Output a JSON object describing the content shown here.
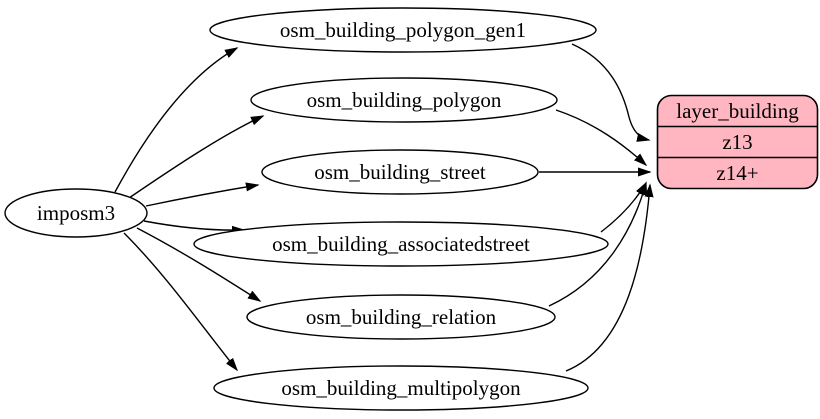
{
  "diagram": {
    "type": "graphviz-dependency-graph",
    "source_node": {
      "label": "imposm3"
    },
    "tables": [
      {
        "label": "osm_building_polygon_gen1"
      },
      {
        "label": "osm_building_polygon"
      },
      {
        "label": "osm_building_street"
      },
      {
        "label": "osm_building_associatedstreet"
      },
      {
        "label": "osm_building_relation"
      },
      {
        "label": "osm_building_multipolygon"
      }
    ],
    "layer": {
      "title": "layer_building",
      "rows": [
        {
          "label": "z13"
        },
        {
          "label": "z14+"
        }
      ]
    },
    "edges": {
      "from_source": "imposm3 feeds all six osm_building tables",
      "to_z13": "osm_building_polygon_gen1",
      "to_z14plus": "osm_building_polygon, osm_building_street, osm_building_associatedstreet, osm_building_relation, osm_building_multipolygon"
    },
    "colors": {
      "layer_fill": "#ffb6c1",
      "node_fill": "#ffffff",
      "edge": "#000000",
      "text": "#000000",
      "background": "#ffffff"
    }
  }
}
